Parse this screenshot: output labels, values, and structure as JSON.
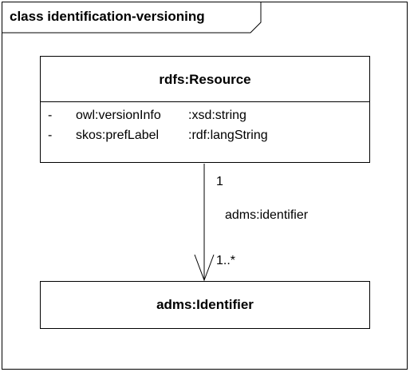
{
  "diagram": {
    "title": "class identification-versioning",
    "classes": {
      "resource": {
        "name": "rdfs:Resource",
        "attributes": [
          {
            "visibility": "-",
            "name": "owl:versionInfo",
            "type": ":xsd:string"
          },
          {
            "visibility": "-",
            "name": "skos:prefLabel",
            "type": ":rdf:langString"
          }
        ]
      },
      "identifier": {
        "name": "adms:Identifier"
      }
    },
    "association": {
      "name": "adms:identifier",
      "source_multiplicity": "1",
      "target_multiplicity": "1..*"
    }
  }
}
